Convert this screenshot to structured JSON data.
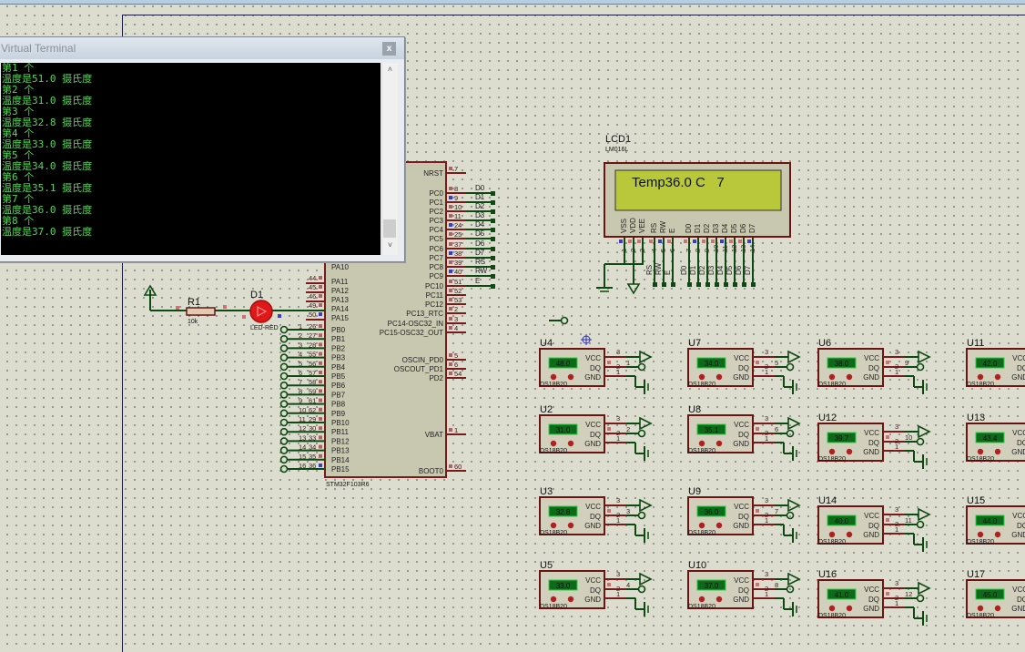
{
  "window": {
    "title": "Virtual Terminal",
    "close_label": "x"
  },
  "terminal": {
    "lines": [
      "第1 个",
      "温度是51.0 摄氏度",
      "第2 个",
      "温度是31.0 摄氏度",
      "第3 个",
      "温度是32.8 摄氏度",
      "第4 个",
      "温度是33.0 摄氏度",
      "第5 个",
      "温度是34.0 摄氏度",
      "第6 个",
      "温度是35.1 摄氏度",
      "第7 个",
      "温度是36.0 摄氏度",
      "第8 个",
      "温度是37.0 摄氏度"
    ],
    "scroll_up": "˄",
    "scroll_down": "˅"
  },
  "mcu": {
    "part": "STM32F103R6",
    "left_pins": [
      {
        "num": "44",
        "name": "PA11"
      },
      {
        "num": "45",
        "name": "PA12"
      },
      {
        "num": "46",
        "name": "PA13"
      },
      {
        "num": "49",
        "name": "PA14"
      },
      {
        "num": "50",
        "name": "PA15"
      }
    ],
    "pa10": "PA10",
    "pb_pins": [
      {
        "idx": "1",
        "num": "26",
        "name": "PB0"
      },
      {
        "idx": "2",
        "num": "27",
        "name": "PB1"
      },
      {
        "idx": "3",
        "num": "28",
        "name": "PB2"
      },
      {
        "idx": "4",
        "num": "55",
        "name": "PB3"
      },
      {
        "idx": "5",
        "num": "56",
        "name": "PB4"
      },
      {
        "idx": "6",
        "num": "57",
        "name": "PB5"
      },
      {
        "idx": "7",
        "num": "58",
        "name": "PB6"
      },
      {
        "idx": "8",
        "num": "59",
        "name": "PB7"
      },
      {
        "idx": "9",
        "num": "61",
        "name": "PB8"
      },
      {
        "idx": "10",
        "num": "62",
        "name": "PB9"
      },
      {
        "idx": "11",
        "num": "29",
        "name": "PB10"
      },
      {
        "idx": "12",
        "num": "30",
        "name": "PB11"
      },
      {
        "idx": "13",
        "num": "33",
        "name": "PB12"
      },
      {
        "idx": "14",
        "num": "34",
        "name": "PB13"
      },
      {
        "idx": "15",
        "num": "35",
        "name": "PB14"
      },
      {
        "idx": "16",
        "num": "36",
        "name": "PB15"
      }
    ],
    "right_pins": [
      {
        "num": "7",
        "name": "NRST",
        "net": ""
      },
      {
        "num": "8",
        "name": "PC0",
        "net": "D0"
      },
      {
        "num": "9",
        "name": "PC1",
        "net": "D1"
      },
      {
        "num": "10",
        "name": "PC2",
        "net": "D2"
      },
      {
        "num": "11",
        "name": "PC3",
        "net": "D3"
      },
      {
        "num": "24",
        "name": "PC4",
        "net": "D4"
      },
      {
        "num": "25",
        "name": "PC5",
        "net": "D5"
      },
      {
        "num": "37",
        "name": "PC6",
        "net": "D6"
      },
      {
        "num": "38",
        "name": "PC7",
        "net": "D7"
      },
      {
        "num": "39",
        "name": "PC8",
        "net": "RS"
      },
      {
        "num": "40",
        "name": "PC9",
        "net": "RW"
      },
      {
        "num": "51",
        "name": "PC10",
        "net": "E"
      },
      {
        "num": "52",
        "name": "PC11",
        "net": ""
      },
      {
        "num": "53",
        "name": "PC12",
        "net": ""
      },
      {
        "num": "2",
        "name": "PC13_RTC",
        "net": ""
      },
      {
        "num": "3",
        "name": "PC14-OSC32_IN",
        "net": ""
      },
      {
        "num": "4",
        "name": "PC15-OSC32_OUT",
        "net": ""
      },
      {
        "num": "5",
        "name": "OSCIN_PD0",
        "net": ""
      },
      {
        "num": "6",
        "name": "OSCOUT_PD1",
        "net": ""
      },
      {
        "num": "54",
        "name": "PD2",
        "net": ""
      },
      {
        "num": "1",
        "name": "VBAT",
        "net": ""
      },
      {
        "num": "60",
        "name": "BOOT0",
        "net": ""
      }
    ]
  },
  "resistor": {
    "ref": "R1",
    "value": "10k"
  },
  "led": {
    "ref": "D1",
    "value": "LED-RED"
  },
  "lcd": {
    "ref": "LCD1",
    "part": "LM016L",
    "display": "Temp36.0 C   7",
    "pins": [
      {
        "name": "VSS",
        "num": "1"
      },
      {
        "name": "VDD",
        "num": "2"
      },
      {
        "name": "VEE",
        "num": "3"
      },
      {
        "name": "RS",
        "num": "4"
      },
      {
        "name": "RW",
        "num": "5"
      },
      {
        "name": "E",
        "num": "6"
      },
      {
        "name": "D0",
        "num": "7"
      },
      {
        "name": "D1",
        "num": "8"
      },
      {
        "name": "D2",
        "num": "9"
      },
      {
        "name": "D3",
        "num": "10"
      },
      {
        "name": "D4",
        "num": "11"
      },
      {
        "name": "D5",
        "num": "12"
      },
      {
        "name": "D6",
        "num": "13"
      },
      {
        "name": "D7",
        "num": "14"
      }
    ]
  },
  "sensors": [
    {
      "ref": "U4",
      "temp": "48.0",
      "dq_net": "1"
    },
    {
      "ref": "U2",
      "temp": "31.0",
      "dq_net": "2"
    },
    {
      "ref": "U3",
      "temp": "32.8",
      "dq_net": "3"
    },
    {
      "ref": "U5",
      "temp": "33.0",
      "dq_net": "4"
    },
    {
      "ref": "U7",
      "temp": "34.0",
      "dq_net": "5"
    },
    {
      "ref": "U8",
      "temp": "35.1",
      "dq_net": "6"
    },
    {
      "ref": "U9",
      "temp": "36.0",
      "dq_net": "7"
    },
    {
      "ref": "U10",
      "temp": "37.0",
      "dq_net": "8"
    },
    {
      "ref": "U6",
      "temp": "38.0",
      "dq_net": "9"
    },
    {
      "ref": "U12",
      "temp": "39.7",
      "dq_net": "10"
    },
    {
      "ref": "U14",
      "temp": "40.0",
      "dq_net": "11"
    },
    {
      "ref": "U16",
      "temp": "41.0",
      "dq_net": "12"
    },
    {
      "ref": "U11",
      "temp": "42.0",
      "dq_net": ""
    },
    {
      "ref": "U13",
      "temp": "43.4",
      "dq_net": ""
    },
    {
      "ref": "U15",
      "temp": "44.0",
      "dq_net": ""
    },
    {
      "ref": "U17",
      "temp": "45.0",
      "dq_net": ""
    }
  ],
  "sensor_common": {
    "part": "DS18B20",
    "vcc": "VCC",
    "dq": "DQ",
    "gnd": "GND",
    "p3": "3",
    "p2": "2",
    "p1": "1"
  }
}
